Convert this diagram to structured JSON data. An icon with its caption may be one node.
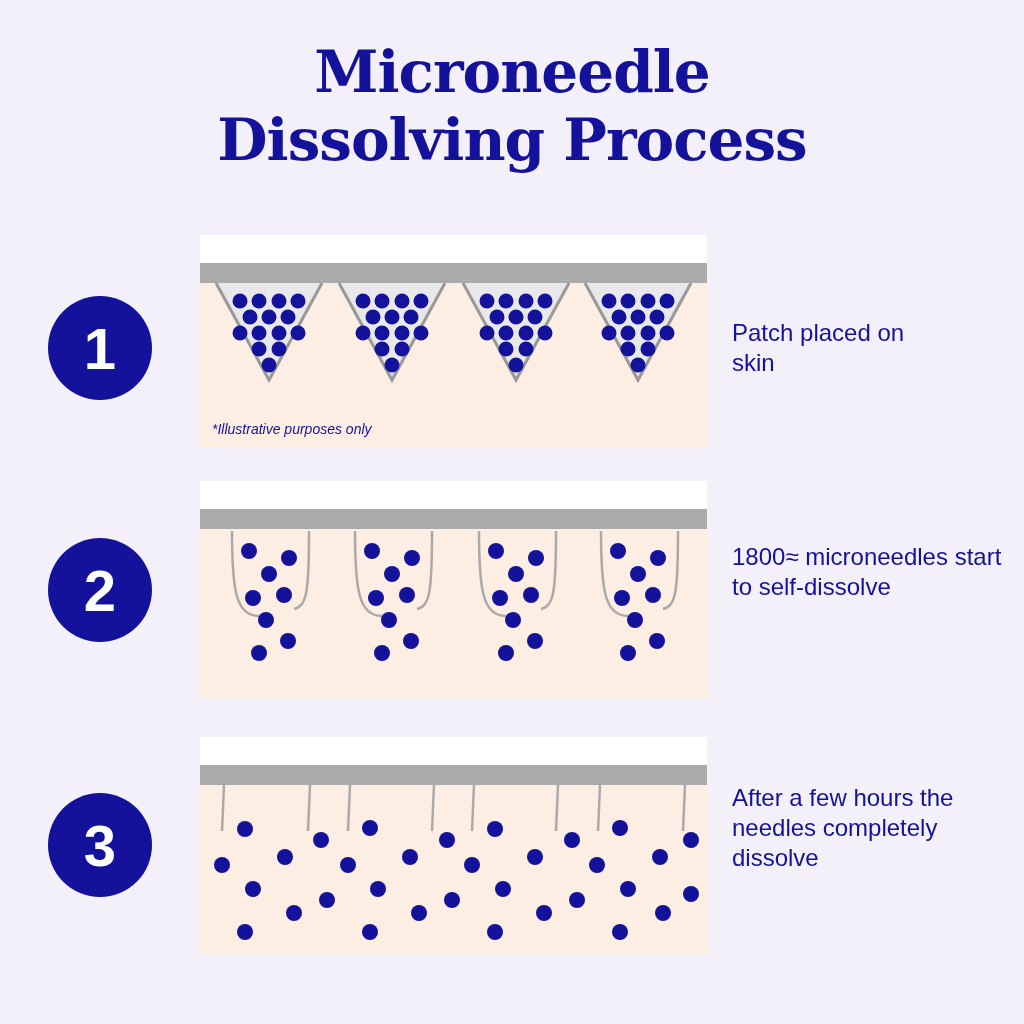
{
  "diagram": {
    "title": "Microneedle Dissolving Process",
    "nodes": [
      {
        "text": [
          "1"
        ]
      },
      {
        "text": [
          "2"
        ]
      },
      {
        "text": [
          "3"
        ]
      }
    ],
    "labels": [
      "Patch placed on skin",
      "*Illustrative purposes only",
      "1800≈ microneedles start to self-dissolve",
      "After a few hours the needles completely dissolve"
    ]
  }
}
